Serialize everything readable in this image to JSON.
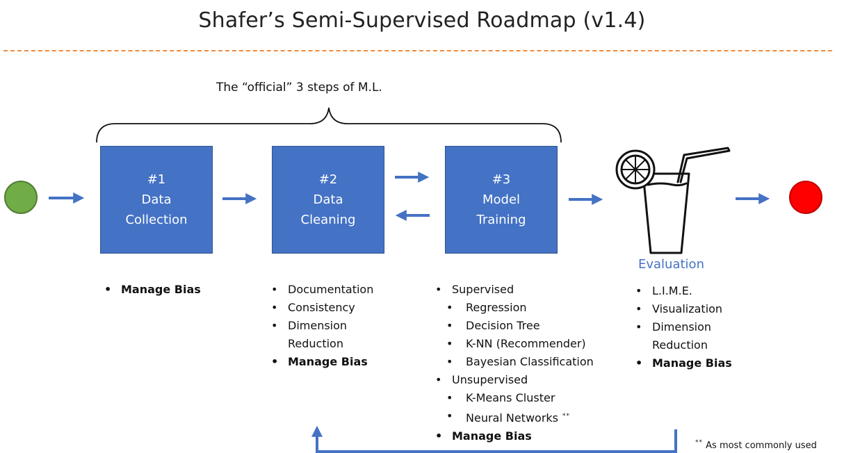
{
  "title": "Shafer’s Semi-Supervised Roadmap (v1.4)",
  "brace_label": "The “official” 3 steps of M.L.",
  "steps": [
    {
      "number": "#1",
      "line1": "Data",
      "line2": "Collection"
    },
    {
      "number": "#2",
      "line1": "Data",
      "line2": "Cleaning"
    },
    {
      "number": "#3",
      "line1": "Model",
      "line2": "Training"
    }
  ],
  "evaluation_label": "Evaluation",
  "lists": {
    "collection": [
      "Manage Bias"
    ],
    "cleaning": [
      "Documentation",
      "Consistency",
      "Dimension",
      "Reduction",
      "Manage Bias"
    ],
    "training": {
      "supervised": "Supervised",
      "supervised_items": [
        "Regression",
        "Decision Tree",
        "K-NN (Recommender)",
        "Bayesian Classification"
      ],
      "unsupervised": "Unsupervised",
      "unsupervised_items": [
        "K-Means Cluster",
        "Neural Networks"
      ],
      "manage_bias": "Manage Bias"
    },
    "evaluation": [
      "L.I.M.E.",
      "Visualization",
      "Dimension",
      "Reduction",
      "Manage Bias"
    ]
  },
  "footnote": {
    "marker": "**",
    "text": "As most commonly used"
  },
  "colors": {
    "box_fill": "#4472c4",
    "arrow": "#4472c4",
    "start_circle": "#70ad47",
    "end_circle": "#ff0000",
    "divider": "#f08a3a"
  },
  "icons": {
    "evaluation": "lemonade-glass-icon"
  }
}
